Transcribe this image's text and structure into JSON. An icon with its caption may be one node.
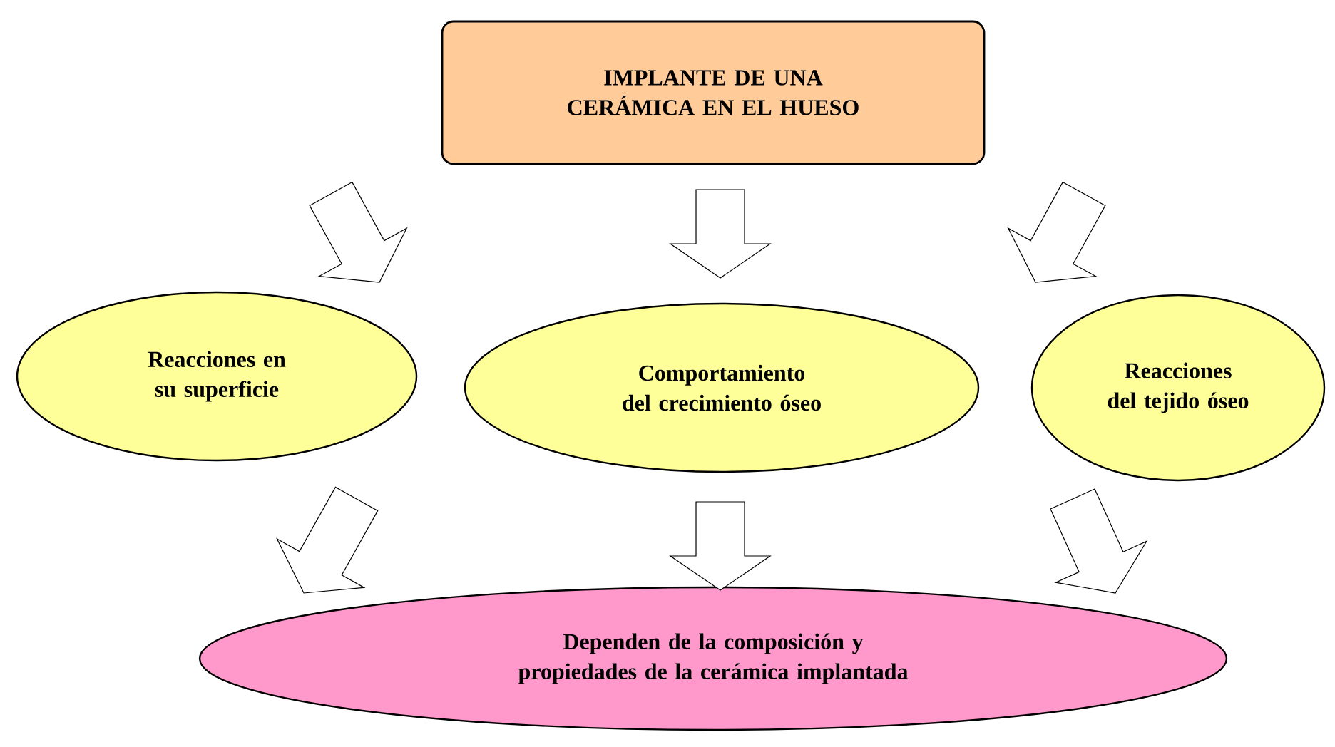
{
  "diagram": {
    "nodes": [
      {
        "text": [
          "IMPLANTE DE UNA CERÁMICA EN EL HUESO"
        ]
      },
      {
        "text": [
          "Reacciones en su superficie"
        ]
      },
      {
        "text": [
          "Comportamiento del crecimiento óseo"
        ]
      },
      {
        "text": [
          "Reacciones del tejido óseo"
        ]
      },
      {
        "text": [
          "Dependen de la composición y propiedades de la cerámica implantada"
        ]
      }
    ],
    "edges": [
      {
        "from": 0,
        "to": 1,
        "arrow": "to"
      },
      {
        "from": 0,
        "to": 2,
        "arrow": "to"
      },
      {
        "from": 0,
        "to": 3,
        "arrow": "to"
      },
      {
        "from": 1,
        "to": 4,
        "arrow": "to"
      },
      {
        "from": 2,
        "to": 4,
        "arrow": "to"
      },
      {
        "from": 3,
        "to": 4,
        "arrow": "to"
      }
    ]
  }
}
